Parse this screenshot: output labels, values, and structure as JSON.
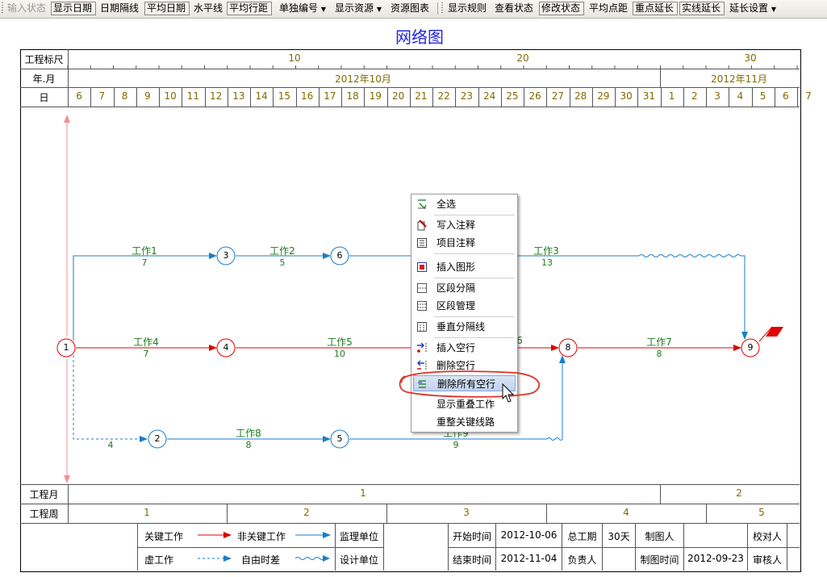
{
  "toolbar": {
    "items": [
      {
        "label": "输入状态",
        "state": "disabled"
      },
      {
        "label": "显示日期",
        "state": "pressed"
      },
      {
        "label": "日期隔线",
        "state": "normal"
      },
      {
        "label": "平均日期",
        "state": "pressed"
      },
      {
        "label": "水平线",
        "state": "normal"
      },
      {
        "label": "平均行距",
        "state": "pressed"
      },
      {
        "label": "单独编号",
        "state": "dropdown"
      },
      {
        "label": "显示资源",
        "state": "dropdown"
      },
      {
        "label": "资源图表",
        "state": "normal"
      },
      {
        "label": "显示规则",
        "state": "normal"
      },
      {
        "label": "查看状态",
        "state": "normal"
      },
      {
        "label": "修改状态",
        "state": "pressed"
      },
      {
        "label": "平均点距",
        "state": "normal"
      },
      {
        "label": "重点延长",
        "state": "pressed"
      },
      {
        "label": "实线延长",
        "state": "pressed"
      },
      {
        "label": "延长设置",
        "state": "dropdown"
      }
    ]
  },
  "diagram": {
    "title": "网络图",
    "row_labels": {
      "ruler": "工程标尺",
      "month": "年.月",
      "day": "日",
      "project_month": "工程月",
      "project_week": "工程周"
    },
    "ruler_ticks": [
      "10",
      "20",
      "30"
    ],
    "months": [
      "2012年10月",
      "2012年11月"
    ],
    "days": [
      "6",
      "7",
      "8",
      "9",
      "10",
      "11",
      "12",
      "13",
      "14",
      "15",
      "16",
      "17",
      "18",
      "19",
      "20",
      "21",
      "22",
      "23",
      "24",
      "25",
      "26",
      "27",
      "28",
      "29",
      "30",
      "31",
      "1",
      "2",
      "3",
      "4",
      "5",
      "6",
      "7"
    ],
    "project_months": [
      "1",
      "2"
    ],
    "project_weeks": [
      "1",
      "2",
      "3",
      "4",
      "5"
    ],
    "nodes": [
      "1",
      "2",
      "3",
      "4",
      "5",
      "6",
      "8",
      "9"
    ],
    "tasks": [
      {
        "name": "工作1",
        "duration": "7"
      },
      {
        "name": "工作2",
        "duration": "5"
      },
      {
        "name": "工作3",
        "duration": "13"
      },
      {
        "name": "工作4",
        "duration": "7"
      },
      {
        "name": "工作5",
        "duration": "10"
      },
      {
        "name": "6",
        "duration": ""
      },
      {
        "name": "工作7",
        "duration": "8"
      },
      {
        "name": "工作8",
        "duration": "8"
      },
      {
        "name": "工作9",
        "duration": "9"
      }
    ],
    "free_float_label": "4",
    "colors": {
      "critical": "#e00000",
      "noncritical": "#1a7ec8",
      "text_green": "#1c7a1c",
      "tick_olive": "#7f6a00",
      "title_blue": "#2323e8",
      "axis_pink": "#f09090"
    }
  },
  "legend": {
    "critical": "关键工作",
    "noncritical": "非关键工作",
    "dummy": "虚工作",
    "free_float": "自由时差",
    "supervisor": "监理单位",
    "designer": "设计单位"
  },
  "info": {
    "start_label": "开始时间",
    "start_value": "2012-10-06",
    "end_label": "结束时间",
    "end_value": "2012-11-04",
    "duration_label": "总工期",
    "duration_value": "30天",
    "owner_label": "负责人",
    "drafter_label": "制图人",
    "draw_time_label": "制图时间",
    "draw_time_value": "2012-09-23",
    "checker_label": "校对人",
    "reviewer_label": "审核人"
  },
  "context_menu": {
    "items": [
      {
        "label": "全选",
        "icon": "select-all-icon"
      },
      {
        "label": "写入注释",
        "icon": "write-note-icon"
      },
      {
        "label": "项目注释",
        "icon": "project-note-icon"
      },
      {
        "label": "插入图形",
        "icon": "insert-shape-icon"
      },
      {
        "label": "区段分隔",
        "icon": "section-divider-icon"
      },
      {
        "label": "区段管理",
        "icon": "section-manage-icon"
      },
      {
        "label": "垂直分隔线",
        "icon": "vertical-divider-icon"
      },
      {
        "label": "插入空行",
        "icon": "insert-row-icon"
      },
      {
        "label": "删除空行",
        "icon": "delete-row-icon"
      },
      {
        "label": "删除所有空行",
        "icon": "delete-all-rows-icon",
        "highlighted": true
      },
      {
        "label": "显示重叠工作",
        "icon": ""
      },
      {
        "label": "重整关键线路",
        "icon": ""
      }
    ]
  }
}
